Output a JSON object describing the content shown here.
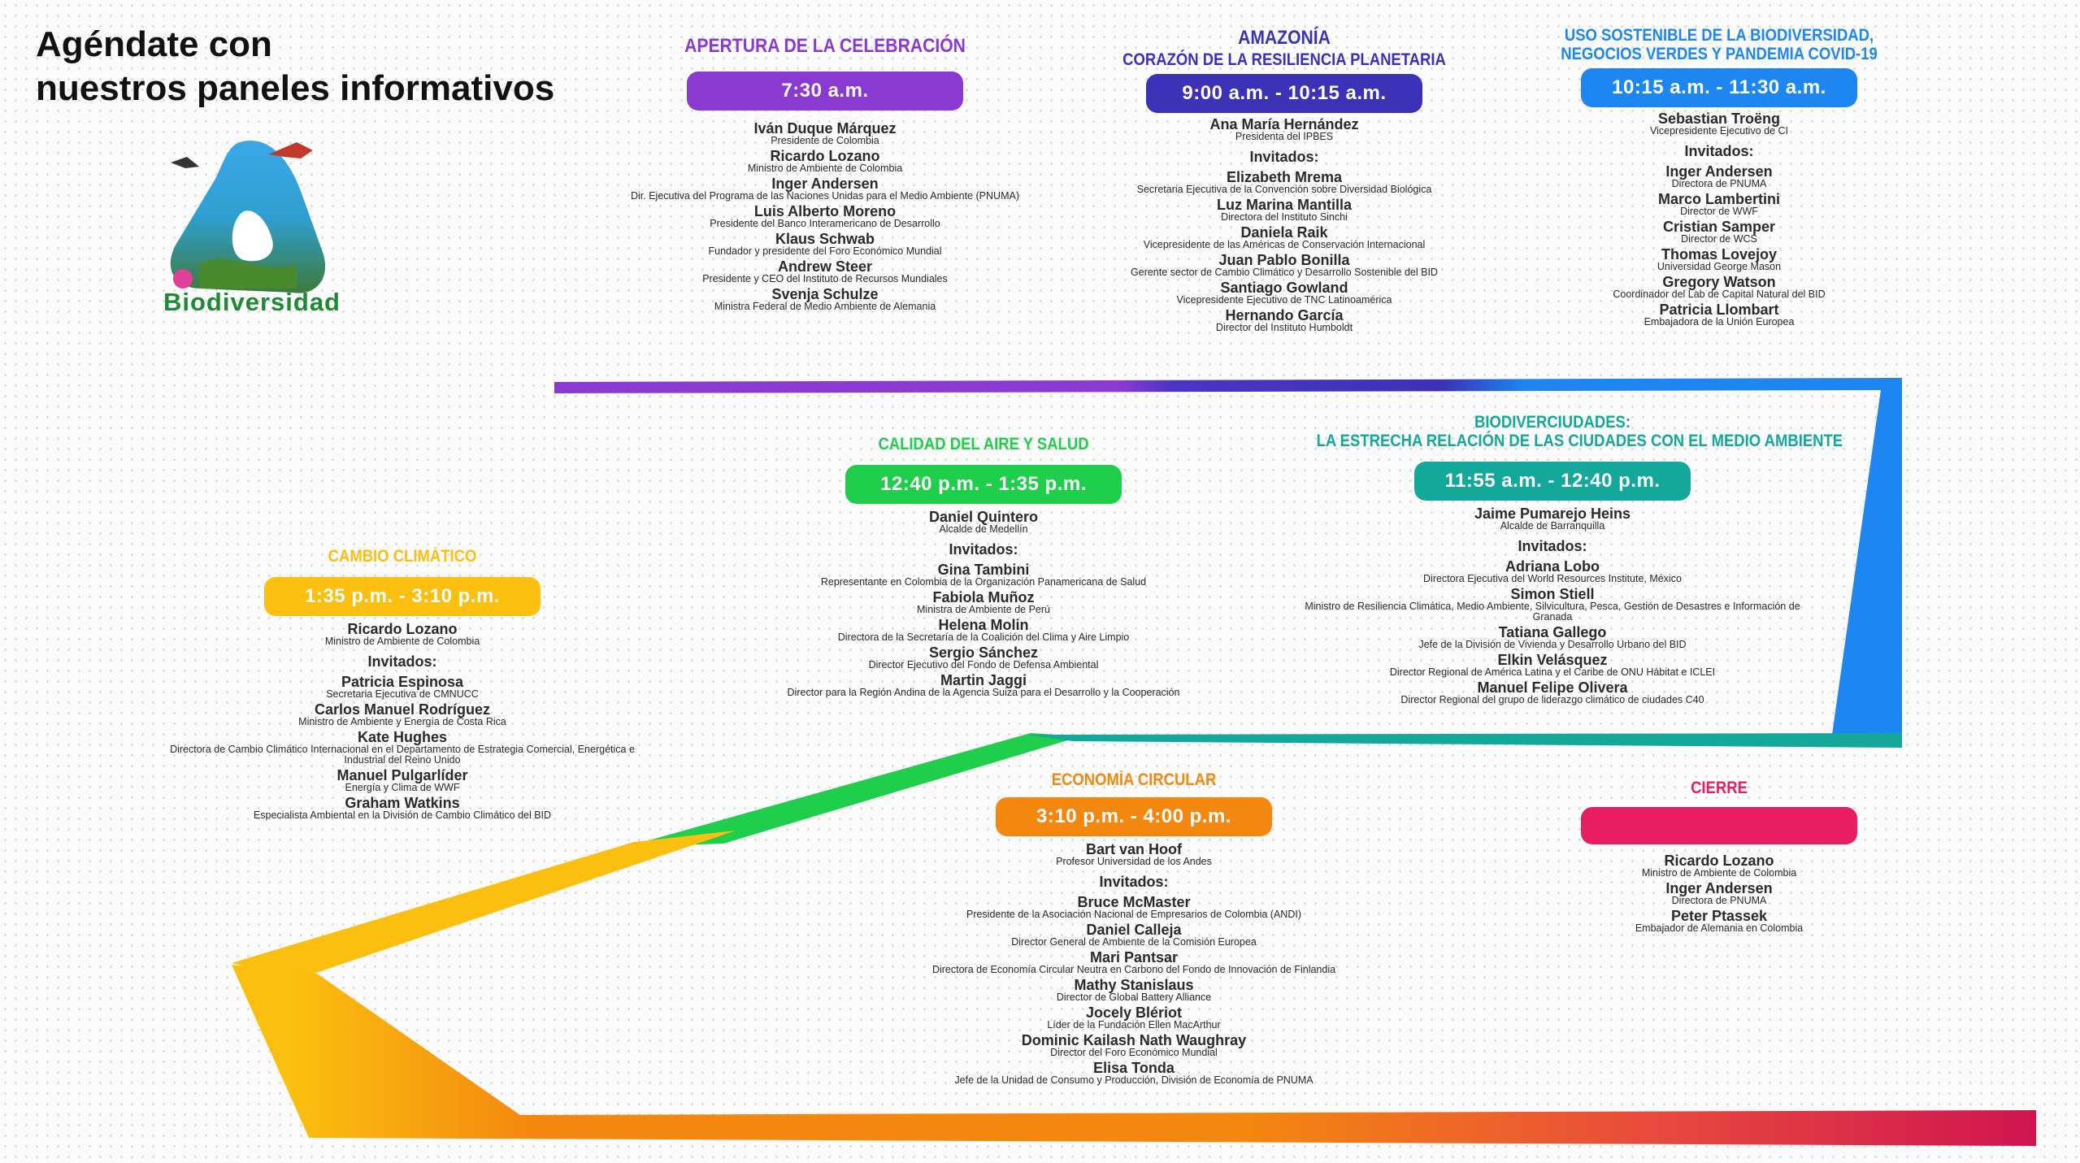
{
  "heading": {
    "line1": "Agéndate con",
    "line2": "nuestros paneles informativos"
  },
  "logo": {
    "label": "Biodiversidad"
  },
  "invited_label": "Invitados:",
  "colors": {
    "purple": "#8b3ad1",
    "indigo": "#3b32b8",
    "blue": "#1d86f0",
    "teal": "#14a89a",
    "green": "#1fce4a",
    "yellow": "#fbbf0f",
    "orange": "#f4870f",
    "magenta": "#e81e63",
    "logo_green": "#1e8a34"
  },
  "panels": {
    "apertura": {
      "title": "APERTURA DE LA CELEBRACIÓN",
      "time": "7:30 a.m.",
      "color": "#8b3ad1",
      "hosts": [
        {
          "name": "Iván Duque Márquez",
          "role": "Presidente de Colombia"
        },
        {
          "name": "Ricardo Lozano",
          "role": "Ministro de Ambiente de Colombia"
        },
        {
          "name": "Inger Andersen",
          "role": "Dir. Ejecutiva del Programa de las Naciones Unidas para el Medio Ambiente (PNUMA)"
        },
        {
          "name": "Luis Alberto Moreno",
          "role": "Presidente del Banco Interamericano de Desarrollo"
        },
        {
          "name": "Klaus Schwab",
          "role": "Fundador y presidente del Foro Económico Mundial"
        },
        {
          "name": "Andrew Steer",
          "role": "Presidente y CEO del Instituto de Recursos Mundiales"
        },
        {
          "name": "Svenja Schulze",
          "role": "Ministra Federal de Medio Ambiente de Alemania"
        }
      ]
    },
    "amazonia": {
      "title": "AMAZONÍA",
      "subtitle": "CORAZÓN DE LA RESILIENCIA PLANETARIA",
      "time": "9:00 a.m. - 10:15 a.m.",
      "color": "#3b32b8",
      "hosts": [
        {
          "name": "Ana María Hernández",
          "role": "Presidenta del IPBES"
        }
      ],
      "guests": [
        {
          "name": "Elizabeth Mrema",
          "role": "Secretaria Ejecutiva de la Convención sobre Diversidad Biológica"
        },
        {
          "name": "Luz Marina Mantilla",
          "role": "Directora del Instituto Sinchi"
        },
        {
          "name": "Daniela Raik",
          "role": "Vicepresidente de las Américas de Conservación Internacional"
        },
        {
          "name": "Juan Pablo Bonilla",
          "role": "Gerente sector de Cambio Climático y Desarrollo Sostenible del BID"
        },
        {
          "name": "Santiago Gowland",
          "role": "Vicepresidente Ejecutivo de TNC Latinoamérica"
        },
        {
          "name": "Hernando García",
          "role": "Director del Instituto Humboldt"
        }
      ]
    },
    "uso": {
      "title": "USO SOSTENIBLE DE LA BIODIVERSIDAD,",
      "subtitle": "NEGOCIOS VERDES Y PANDEMIA COVID-19",
      "time": "10:15 a.m. - 11:30 a.m.",
      "color": "#1d86f0",
      "hosts": [
        {
          "name": "Sebastian Troëng",
          "role": "Vicepresidente Ejecutivo de CI"
        }
      ],
      "guests": [
        {
          "name": "Inger Andersen",
          "role": "Directora de PNUMA"
        },
        {
          "name": "Marco Lambertini",
          "role": "Director de WWF"
        },
        {
          "name": "Cristian Samper",
          "role": "Director de WCS"
        },
        {
          "name": "Thomas Lovejoy",
          "role": "Universidad George Mason"
        },
        {
          "name": "Gregory Watson",
          "role": "Coordinador del Lab de Capital Natural del BID"
        },
        {
          "name": "Patricia Llombart",
          "role": "Embajadora de la Unión Europea"
        }
      ]
    },
    "biodiverciudades": {
      "title": "BIODIVERCIUDADES:",
      "subtitle": "LA ESTRECHA RELACIÓN DE LAS CIUDADES CON EL MEDIO AMBIENTE",
      "time": "11:55 a.m. - 12:40 p.m.",
      "color": "#14a89a",
      "hosts": [
        {
          "name": "Jaime Pumarejo Heins",
          "role": "Alcalde de Barranquilla"
        }
      ],
      "guests": [
        {
          "name": "Adriana Lobo",
          "role": "Directora Ejecutiva del World Resources Institute, México"
        },
        {
          "name": "Simon Stiell",
          "role": "Ministro de Resiliencia Climática, Medio Ambiente, Silvicultura, Pesca, Gestión de Desastres e Información de Granada"
        },
        {
          "name": "Tatiana Gallego",
          "role": "Jefe de la División de Vivienda y Desarrollo Urbano del BID"
        },
        {
          "name": "Elkin Velásquez",
          "role": "Director Regional de América Latina y el Caribe de ONU Hábitat e ICLEI"
        },
        {
          "name": "Manuel Felipe Olivera",
          "role": "Director Regional del grupo de liderazgo climático de ciudades C40"
        }
      ]
    },
    "aire": {
      "title": "CALIDAD DEL AIRE Y SALUD",
      "time": "12:40 p.m. - 1:35 p.m.",
      "color": "#1fce4a",
      "hosts": [
        {
          "name": "Daniel Quintero",
          "role": "Alcalde de Medellín"
        }
      ],
      "guests": [
        {
          "name": "Gina Tambini",
          "role": "Representante en Colombia de la Organización Panamericana de Salud"
        },
        {
          "name": "Fabiola Muñoz",
          "role": "Ministra de Ambiente de Perú"
        },
        {
          "name": "Helena Molin",
          "role": "Directora de la Secretaría de la Coalición del Clima y Aire Limpio"
        },
        {
          "name": "Sergio Sánchez",
          "role": "Director Ejecutivo del Fondo de Defensa Ambiental"
        },
        {
          "name": "Martin Jaggi",
          "role": "Director para la Región Andina de la Agencia Suiza para el Desarrollo y la Cooperación"
        }
      ]
    },
    "cambio": {
      "title": "CAMBIO CLIMÁTICO",
      "time": "1:35 p.m. - 3:10 p.m.",
      "color": "#fbbf0f",
      "hosts": [
        {
          "name": "Ricardo Lozano",
          "role": "Ministro de Ambiente de Colombia"
        }
      ],
      "guests": [
        {
          "name": "Patricia Espinosa",
          "role": "Secretaria Ejecutiva de CMNUCC"
        },
        {
          "name": "Carlos Manuel Rodríguez",
          "role": "Ministro de Ambiente y Energía de Costa Rica"
        },
        {
          "name": "Kate Hughes",
          "role": "Directora de Cambio Climático Internacional en el Departamento de Estrategia Comercial, Energética e Industrial del Reino Unido"
        },
        {
          "name": "Manuel Pulgarlíder",
          "role": "Energía y Clima de WWF"
        },
        {
          "name": "Graham Watkins",
          "role": "Especialista Ambiental en la División de Cambio Climático del BID"
        }
      ]
    },
    "economia": {
      "title": "ECONOMÍA CIRCULAR",
      "time": "3:10 p.m. - 4:00 p.m.",
      "color": "#f4870f",
      "hosts": [
        {
          "name": "Bart van Hoof",
          "role": "Profesor Universidad de los Andes"
        }
      ],
      "guests": [
        {
          "name": "Bruce McMaster",
          "role": "Presidente de la Asociación Nacional de Empresarios de Colombia (ANDI)"
        },
        {
          "name": "Daniel Calleja",
          "role": "Director General de Ambiente de la Comisión Europea"
        },
        {
          "name": "Mari Pantsar",
          "role": "Directora de Economía Circular Neutra en Carbono del Fondo de Innovación de Finlandia"
        },
        {
          "name": "Mathy Stanislaus",
          "role": "Director de Global Battery Alliance"
        },
        {
          "name": "Jocely Blériot",
          "role": "Líder de la Fundación Ellen MacArthur"
        },
        {
          "name": "Dominic Kailash Nath Waughray",
          "role": "Director del Foro Económico Mundial"
        },
        {
          "name": "Elisa Tonda",
          "role": "Jefe de la Unidad de Consumo y Producción, División de Economía de PNUMA"
        }
      ]
    },
    "cierre": {
      "title": "CIERRE",
      "time": "",
      "color": "#e81e63",
      "hosts": [
        {
          "name": "Ricardo Lozano",
          "role": "Ministro de Ambiente de Colombia"
        },
        {
          "name": "Inger Andersen",
          "role": "Directora de PNUMA"
        },
        {
          "name": "Peter Ptassek",
          "role": "Embajador de Alemania en Colombia"
        }
      ]
    }
  }
}
